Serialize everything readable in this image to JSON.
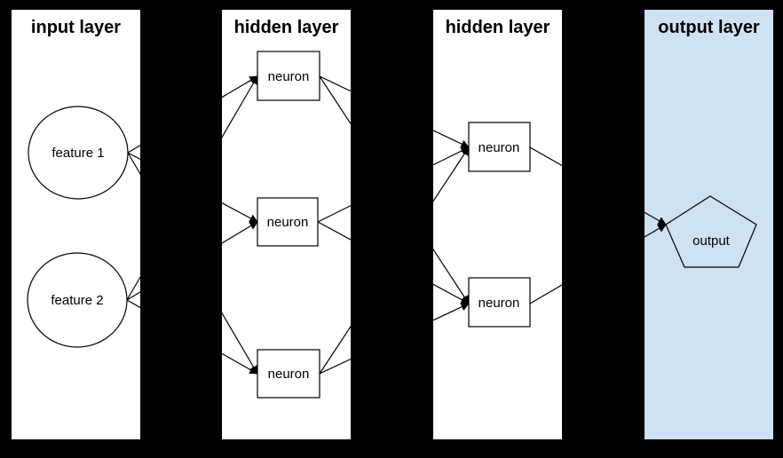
{
  "diagram_type": "neural-network-architecture",
  "colors": {
    "background": "#000000",
    "panel_bg": "#ffffff",
    "output_panel_bg": "#cfe2f3",
    "line": "#000000",
    "text": "#000000"
  },
  "panels": [
    {
      "id": "input-layer",
      "title": "input layer",
      "bg": "#ffffff"
    },
    {
      "id": "hidden-layer-1",
      "title": "hidden layer",
      "bg": "#ffffff"
    },
    {
      "id": "hidden-layer-2",
      "title": "hidden layer",
      "bg": "#ffffff"
    },
    {
      "id": "output-layer",
      "title": "output layer",
      "bg": "#cfe2f3"
    }
  ],
  "nodes": {
    "input": [
      {
        "id": "feature-1",
        "label": "feature 1",
        "shape": "circle"
      },
      {
        "id": "feature-2",
        "label": "feature 2",
        "shape": "circle"
      }
    ],
    "hidden1": [
      {
        "id": "h1-neuron-1",
        "label": "neuron",
        "shape": "rectangle"
      },
      {
        "id": "h1-neuron-2",
        "label": "neuron",
        "shape": "rectangle"
      },
      {
        "id": "h1-neuron-3",
        "label": "neuron",
        "shape": "rectangle"
      }
    ],
    "hidden2": [
      {
        "id": "h2-neuron-1",
        "label": "neuron",
        "shape": "rectangle"
      },
      {
        "id": "h2-neuron-2",
        "label": "neuron",
        "shape": "rectangle"
      }
    ],
    "output": [
      {
        "id": "output-node",
        "label": "output",
        "shape": "pentagon"
      }
    ]
  },
  "edges": [
    {
      "from": "feature-1",
      "to": "h1-neuron-1"
    },
    {
      "from": "feature-1",
      "to": "h1-neuron-2"
    },
    {
      "from": "feature-1",
      "to": "h1-neuron-3"
    },
    {
      "from": "feature-2",
      "to": "h1-neuron-1"
    },
    {
      "from": "feature-2",
      "to": "h1-neuron-2"
    },
    {
      "from": "feature-2",
      "to": "h1-neuron-3"
    },
    {
      "from": "h1-neuron-1",
      "to": "h2-neuron-1"
    },
    {
      "from": "h1-neuron-1",
      "to": "h2-neuron-2"
    },
    {
      "from": "h1-neuron-2",
      "to": "h2-neuron-1"
    },
    {
      "from": "h1-neuron-2",
      "to": "h2-neuron-2"
    },
    {
      "from": "h1-neuron-3",
      "to": "h2-neuron-1"
    },
    {
      "from": "h1-neuron-3",
      "to": "h2-neuron-2"
    },
    {
      "from": "h2-neuron-1",
      "to": "output-node"
    },
    {
      "from": "h2-neuron-2",
      "to": "output-node"
    }
  ]
}
